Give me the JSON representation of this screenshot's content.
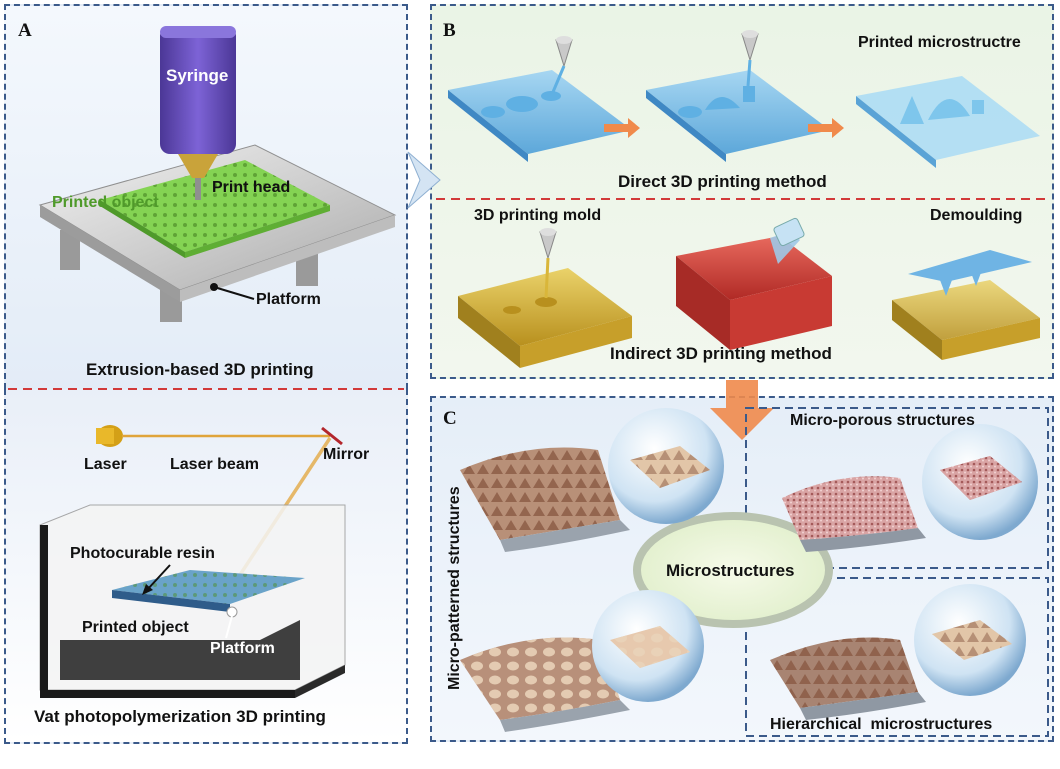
{
  "panels": {
    "a": {
      "letter": "A",
      "syringe": "Syringe",
      "print_head": "Print head",
      "printed_object": "Printed object",
      "platform": "Platform",
      "caption": "Extrusion-based 3D printing"
    },
    "vat": {
      "laser": "Laser",
      "laser_beam": "Laser beam",
      "mirror": "Mirror",
      "resin": "Photocurable resin",
      "printed_object": "Printed object",
      "platform": "Platform",
      "caption": "Vat photopolymerization 3D printing"
    },
    "b": {
      "letter": "B",
      "printed_microstructure": "Printed microstructre",
      "direct_caption": "Direct 3D printing method",
      "mold_label": "3D printing mold",
      "demoulding": "Demoulding",
      "indirect_caption": "Indirect 3D printing method"
    },
    "c": {
      "letter": "C",
      "micro_porous": "Micro-porous structures",
      "micro_patterned": "Micro-patterned structures",
      "center": "Microstructures",
      "hierarchical": "Hierarchical  microstructures"
    }
  },
  "colors": {
    "border": "#3b5a8a",
    "red_divider": "#d23a3a",
    "syringe": "#6a4fc0",
    "green_object": "#7fd34c",
    "blue_substrate": "#7fc3ec",
    "yellow_mold": "#d9b63a",
    "red_mold": "#d8443c",
    "orange_arrow": "#f08a4b"
  }
}
